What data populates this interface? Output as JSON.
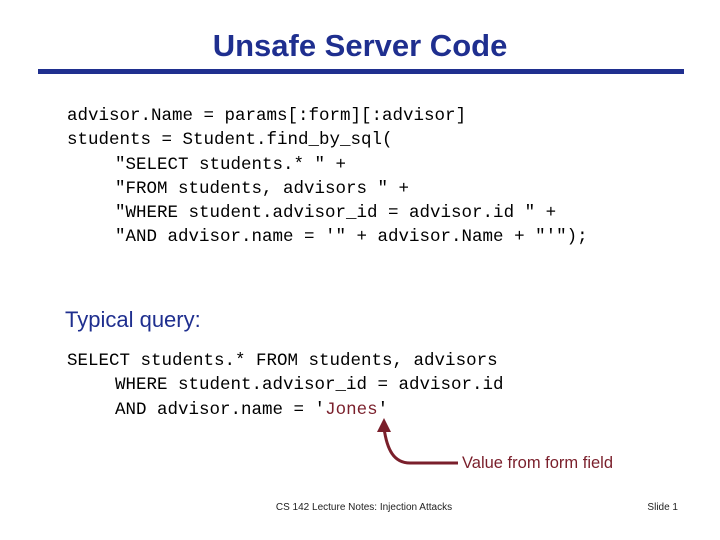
{
  "slide": {
    "title": "Unsafe Server Code",
    "code_lines": [
      "advisor.Name = params[:form][:advisor]",
      "students = Student.find_by_sql(",
      "\"SELECT students.* \" +",
      "\"FROM students, advisors \" +",
      "\"WHERE student.advisor_id = advisor.id \" +",
      "\"AND advisor.name = '\" + advisor.Name + \"'\");"
    ],
    "typical_label": "Typical query:",
    "query": {
      "line1": "SELECT students.* FROM students, advisors",
      "line2": "WHERE student.advisor_id = advisor.id",
      "line3_prefix": "AND advisor.name = ",
      "line3_open_quote": "'",
      "line3_value": "Jones",
      "line3_close_quote": "'"
    },
    "callout_label": "Value from form field",
    "footer_center": "CS 142 Lecture Notes: Injection Attacks",
    "footer_right": "Slide 1",
    "colors": {
      "title": "#1f2f8f",
      "highlight": "#7a1f2b"
    }
  }
}
